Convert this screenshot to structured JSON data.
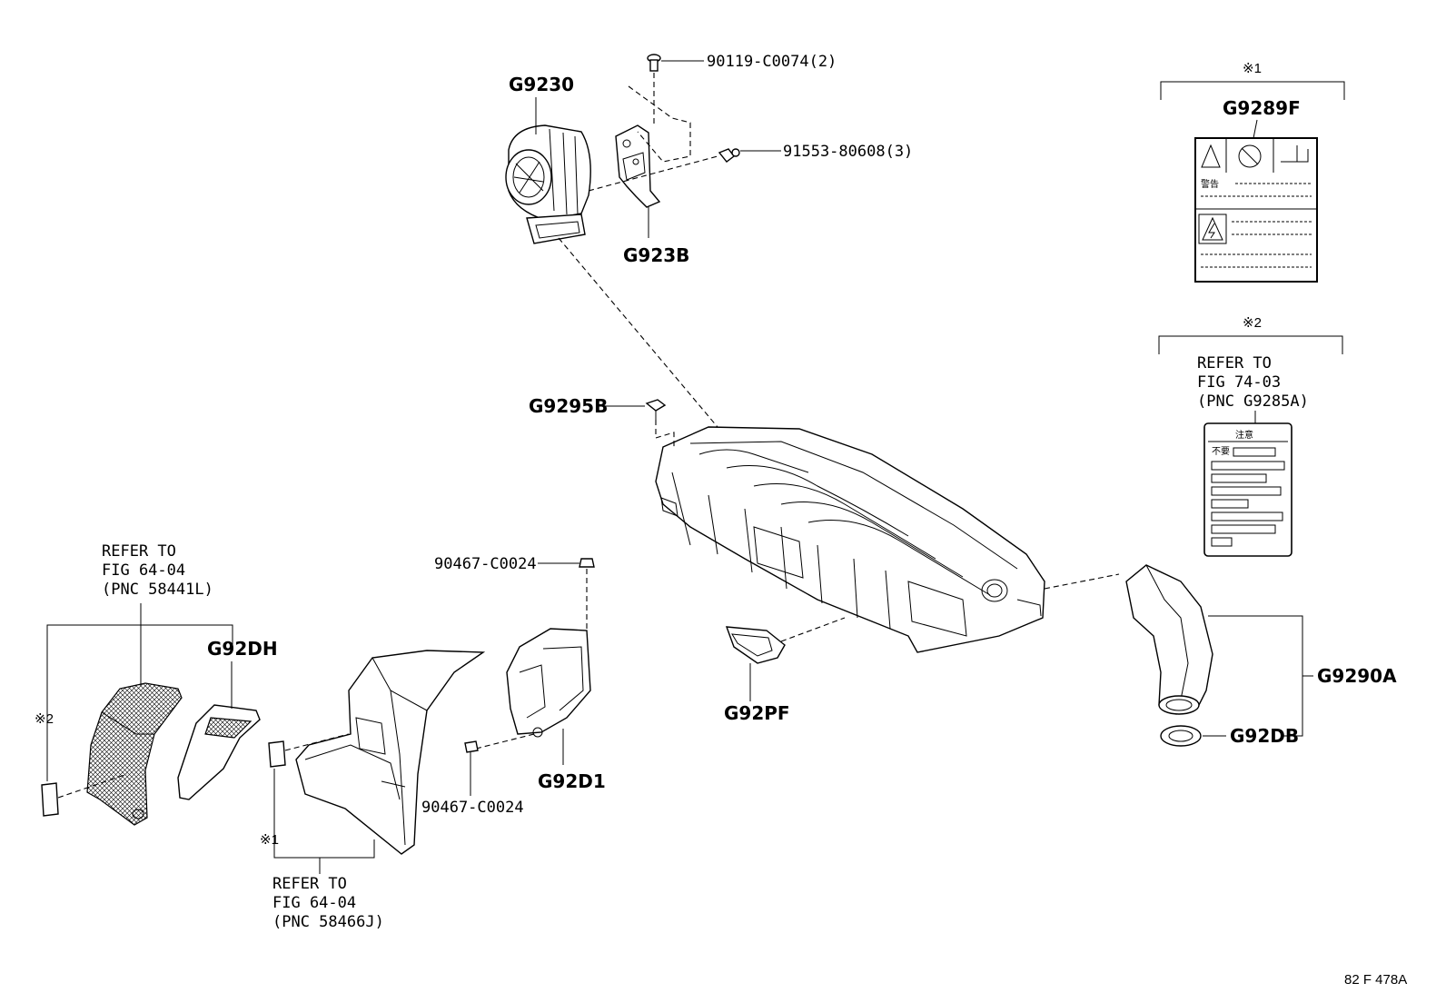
{
  "callouts": {
    "g9230": "G9230",
    "bolt_top": "90119-C0074(2)",
    "clip_right": "91553-80608(3)",
    "g923b": "G923B",
    "g9289f": "G9289F",
    "note1_mark": "※1",
    "note2_mark": "※2",
    "g9295b": "G9295B",
    "g9290a": "G9290A",
    "g92db": "G92DB",
    "g92pf": "G92PF",
    "g92d1": "G92D1",
    "nut_upper": "90467-C0024",
    "nut_lower": "90467-C0024",
    "g92dh": "G92DH",
    "left_note2_mark": "※2",
    "lower_note1_mark": "※1"
  },
  "refer_right": {
    "line1": "REFER TO",
    "line2": "FIG 74-03",
    "line3": "(PNC G9285A)"
  },
  "refer_left": {
    "line1": "REFER TO",
    "line2": "FIG 64-04",
    "line3": "(PNC 58441L)"
  },
  "refer_bottom": {
    "line1": "REFER TO",
    "line2": "FIG 64-04",
    "line3": "(PNC 58466J)"
  },
  "label_g9289f": {
    "warning_text": "警告"
  },
  "label_g9285a": {
    "header": "注意",
    "row1": "不要"
  },
  "figure_code": "82 F 478A"
}
